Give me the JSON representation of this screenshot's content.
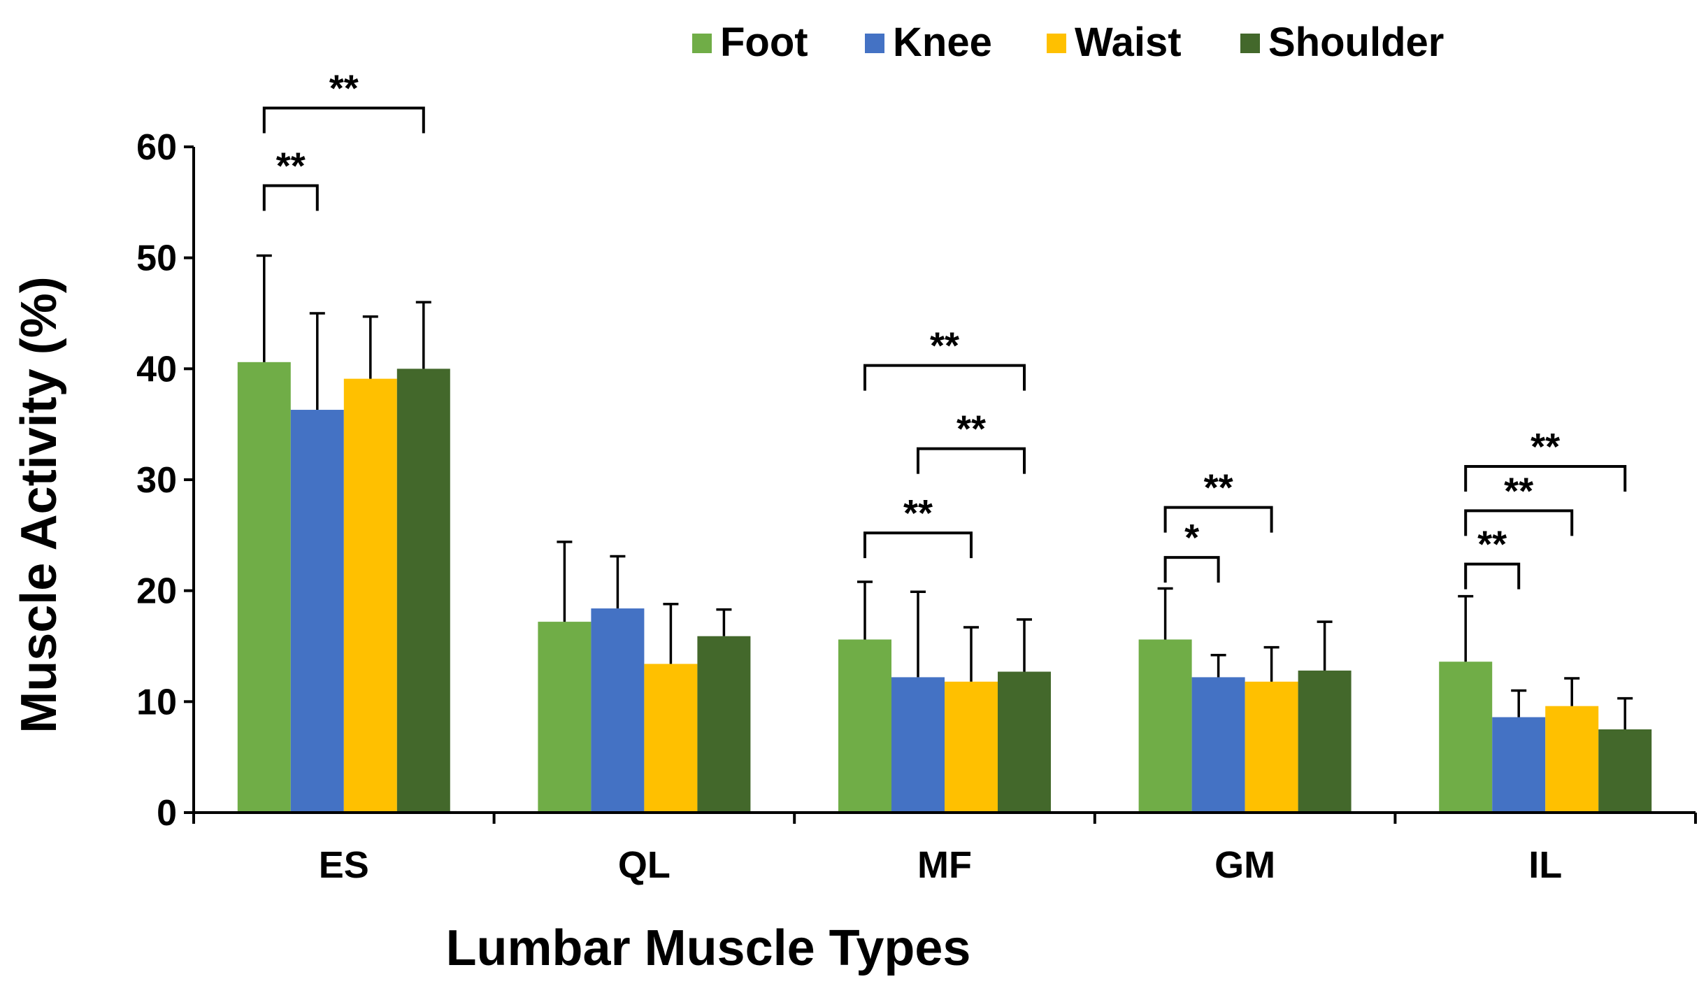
{
  "chart_data": {
    "type": "bar",
    "xlabel": "Lumbar Muscle Types",
    "ylabel": "Muscle Activity (%)",
    "ylim": [
      0,
      60
    ],
    "yticks": [
      0,
      10,
      20,
      30,
      40,
      50,
      60
    ],
    "categories": [
      "ES",
      "QL",
      "MF",
      "GM",
      "IL"
    ],
    "legend_position": "top",
    "series": [
      {
        "name": "Foot",
        "color": "#70AD47",
        "values": [
          40.6,
          17.2,
          15.6,
          15.6,
          13.6
        ],
        "errors": [
          9.6,
          7.2,
          5.2,
          4.6,
          5.9
        ]
      },
      {
        "name": "Knee",
        "color": "#4472C4",
        "values": [
          36.3,
          18.4,
          12.2,
          12.2,
          8.6
        ],
        "errors": [
          8.7,
          4.7,
          7.7,
          2.0,
          2.4
        ]
      },
      {
        "name": "Waist",
        "color": "#FFC000",
        "values": [
          39.1,
          13.4,
          11.8,
          11.8,
          9.6
        ],
        "errors": [
          5.6,
          5.4,
          4.9,
          3.1,
          2.5
        ]
      },
      {
        "name": "Shoulder",
        "color": "#43682B",
        "values": [
          40.0,
          15.9,
          12.7,
          12.8,
          7.5
        ],
        "errors": [
          6.0,
          2.4,
          4.7,
          4.4,
          2.8
        ]
      }
    ],
    "significance": [
      {
        "category": "ES",
        "from": "Foot",
        "to": "Knee",
        "label": "**",
        "y": 56.5
      },
      {
        "category": "ES",
        "from": "Foot",
        "to": "Shoulder",
        "label": "**",
        "y": 63.5
      },
      {
        "category": "MF",
        "from": "Foot",
        "to": "Waist",
        "label": "**",
        "y": 25.2
      },
      {
        "category": "MF",
        "from": "Knee",
        "to": "Shoulder",
        "label": "**",
        "y": 32.8
      },
      {
        "category": "MF",
        "from": "Foot",
        "to": "Shoulder",
        "label": "**",
        "y": 40.3
      },
      {
        "category": "GM",
        "from": "Foot",
        "to": "Knee",
        "label": "*",
        "y": 23.0
      },
      {
        "category": "GM",
        "from": "Foot",
        "to": "Waist",
        "label": "**",
        "y": 27.5
      },
      {
        "category": "IL",
        "from": "Foot",
        "to": "Knee",
        "label": "**",
        "y": 22.4
      },
      {
        "category": "IL",
        "from": "Foot",
        "to": "Waist",
        "label": "**",
        "y": 27.2
      },
      {
        "category": "IL",
        "from": "Foot",
        "to": "Shoulder",
        "label": "**",
        "y": 31.2
      }
    ]
  }
}
